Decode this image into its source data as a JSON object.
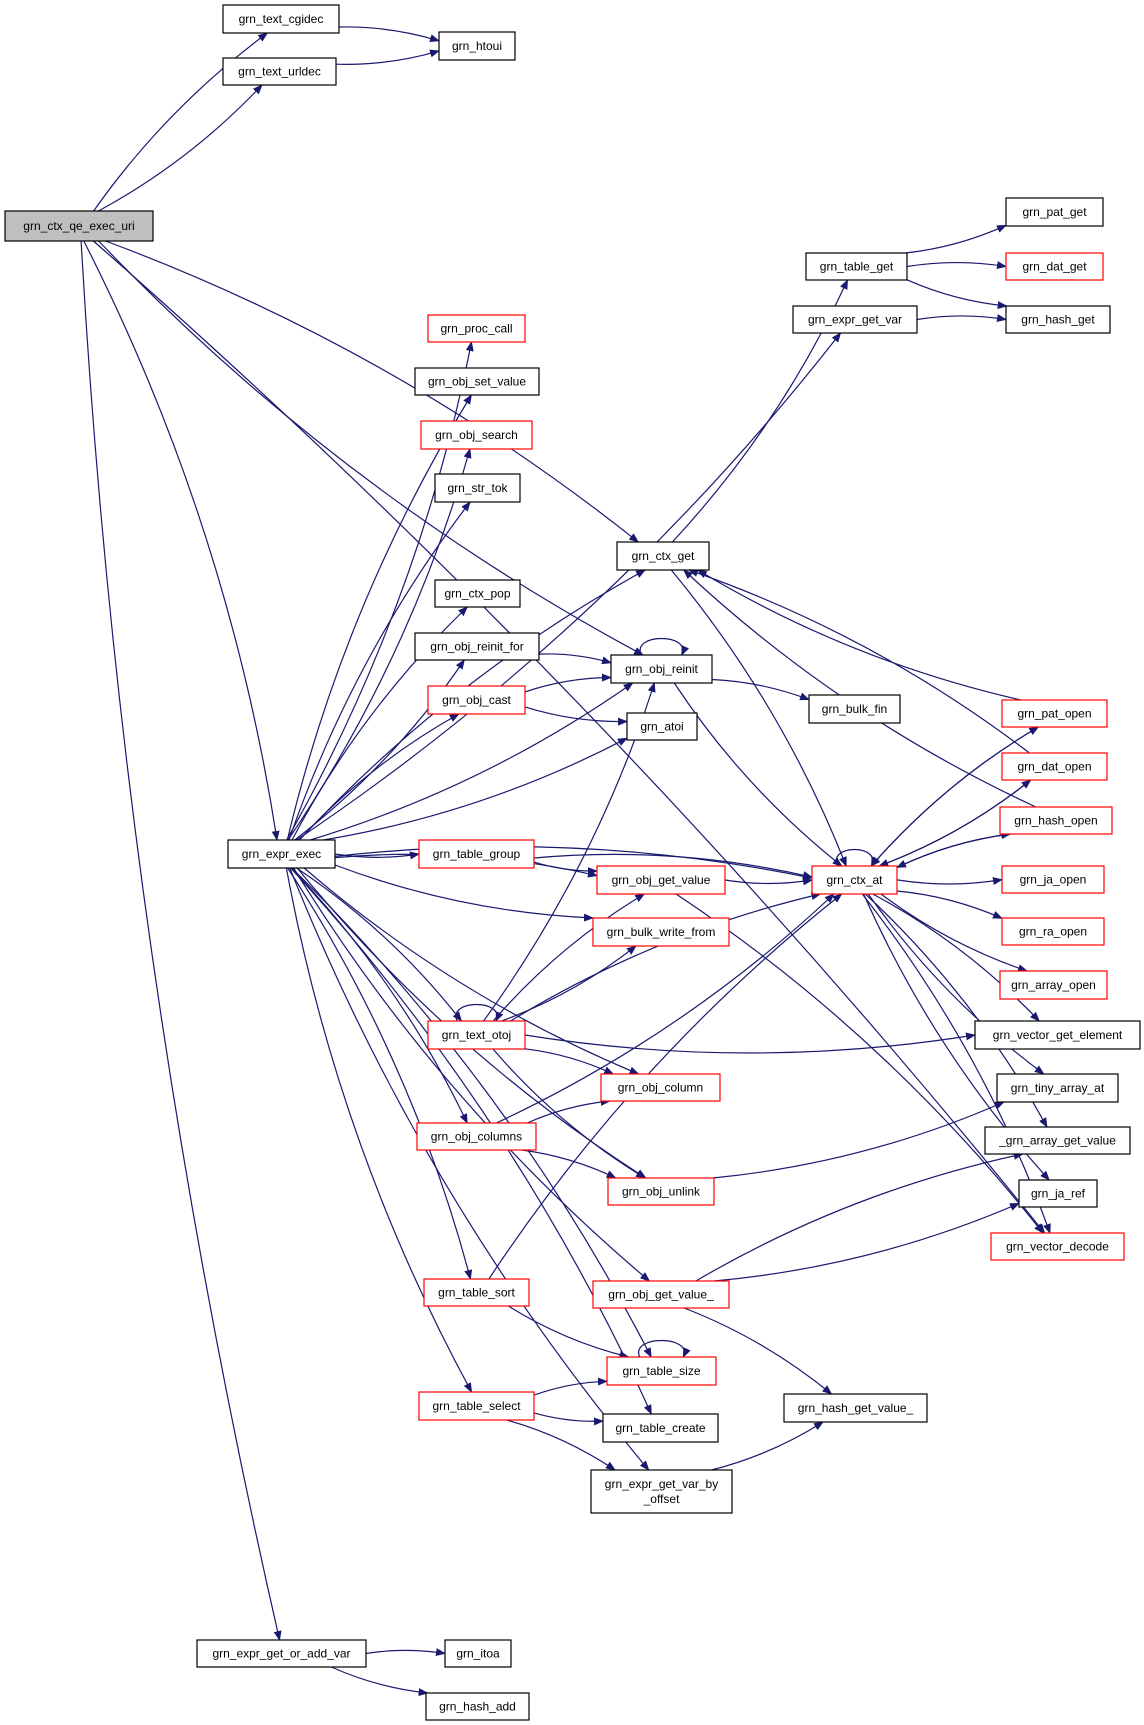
{
  "colors": {
    "edge": "#191970",
    "root_fill": "#bfbfbf",
    "node_fill": "#ffffff",
    "plain_border": "#000000",
    "linked_border": "#ff0000",
    "text": "#000000"
  },
  "nodes": [
    {
      "id": "n_root",
      "label": "grn_ctx_qe_exec_uri",
      "style": "root"
    },
    {
      "id": "n_cgidec",
      "label": "grn_text_cgidec",
      "style": "plain"
    },
    {
      "id": "n_urldec",
      "label": "grn_text_urldec",
      "style": "plain"
    },
    {
      "id": "n_htoui",
      "label": "grn_htoui",
      "style": "plain"
    },
    {
      "id": "n_pat_get",
      "label": "grn_pat_get",
      "style": "plain"
    },
    {
      "id": "n_table_get",
      "label": "grn_table_get",
      "style": "plain"
    },
    {
      "id": "n_dat_get",
      "label": "grn_dat_get",
      "style": "red"
    },
    {
      "id": "n_expr_get_var",
      "label": "grn_expr_get_var",
      "style": "plain"
    },
    {
      "id": "n_hash_get",
      "label": "grn_hash_get",
      "style": "plain"
    },
    {
      "id": "n_proc_call",
      "label": "grn_proc_call",
      "style": "red"
    },
    {
      "id": "n_obj_set_value",
      "label": "grn_obj_set_value",
      "style": "plain"
    },
    {
      "id": "n_obj_search",
      "label": "grn_obj_search",
      "style": "red"
    },
    {
      "id": "n_str_tok",
      "label": "grn_str_tok",
      "style": "plain"
    },
    {
      "id": "n_ctx_get",
      "label": "grn_ctx_get",
      "style": "plain"
    },
    {
      "id": "n_ctx_pop",
      "label": "grn_ctx_pop",
      "style": "plain"
    },
    {
      "id": "n_obj_reinit_for",
      "label": "grn_obj_reinit_for",
      "style": "plain"
    },
    {
      "id": "n_obj_reinit",
      "label": "grn_obj_reinit",
      "style": "plain"
    },
    {
      "id": "n_bulk_fin",
      "label": "grn_bulk_fin",
      "style": "plain"
    },
    {
      "id": "n_obj_cast",
      "label": "grn_obj_cast",
      "style": "red"
    },
    {
      "id": "n_atoi",
      "label": "grn_atoi",
      "style": "plain"
    },
    {
      "id": "n_pat_open",
      "label": "grn_pat_open",
      "style": "red"
    },
    {
      "id": "n_dat_open",
      "label": "grn_dat_open",
      "style": "red"
    },
    {
      "id": "n_hash_open",
      "label": "grn_hash_open",
      "style": "red"
    },
    {
      "id": "n_expr_exec",
      "label": "grn_expr_exec",
      "style": "plain"
    },
    {
      "id": "n_table_group",
      "label": "grn_table_group",
      "style": "red"
    },
    {
      "id": "n_obj_get_value",
      "label": "grn_obj_get_value",
      "style": "red"
    },
    {
      "id": "n_ctx_at",
      "label": "grn_ctx_at",
      "style": "red"
    },
    {
      "id": "n_ja_open",
      "label": "grn_ja_open",
      "style": "red"
    },
    {
      "id": "n_bulk_write_from",
      "label": "grn_bulk_write_from",
      "style": "red"
    },
    {
      "id": "n_ra_open",
      "label": "grn_ra_open",
      "style": "red"
    },
    {
      "id": "n_array_open",
      "label": "grn_array_open",
      "style": "red"
    },
    {
      "id": "n_text_otoj",
      "label": "grn_text_otoj",
      "style": "red"
    },
    {
      "id": "n_vector_get_element",
      "label": "grn_vector_get_element",
      "style": "plain"
    },
    {
      "id": "n_obj_column",
      "label": "grn_obj_column",
      "style": "red"
    },
    {
      "id": "n_tiny_array_at",
      "label": "grn_tiny_array_at",
      "style": "plain"
    },
    {
      "id": "n_obj_columns",
      "label": "grn_obj_columns",
      "style": "red"
    },
    {
      "id": "n_array_get_value",
      "label": "_grn_array_get_value",
      "style": "plain"
    },
    {
      "id": "n_obj_unlink",
      "label": "grn_obj_unlink",
      "style": "red"
    },
    {
      "id": "n_ja_ref",
      "label": "grn_ja_ref",
      "style": "plain"
    },
    {
      "id": "n_vector_decode",
      "label": "grn_vector_decode",
      "style": "red"
    },
    {
      "id": "n_table_sort",
      "label": "grn_table_sort",
      "style": "red"
    },
    {
      "id": "n_obj_get_value_",
      "label": "grn_obj_get_value_",
      "style": "red"
    },
    {
      "id": "n_table_size",
      "label": "grn_table_size",
      "style": "red"
    },
    {
      "id": "n_hash_get_value_",
      "label": "grn_hash_get_value_",
      "style": "plain"
    },
    {
      "id": "n_table_select",
      "label": "grn_table_select",
      "style": "red"
    },
    {
      "id": "n_table_create",
      "label": "grn_table_create",
      "style": "plain"
    },
    {
      "id": "n_expr_get_var_by_offset",
      "label": "grn_expr_get_var_by\n_offset",
      "style": "plain"
    },
    {
      "id": "n_expr_get_or_add_var",
      "label": "grn_expr_get_or_add_var",
      "style": "plain"
    },
    {
      "id": "n_itoa",
      "label": "grn_itoa",
      "style": "plain"
    },
    {
      "id": "n_hash_add",
      "label": "grn_hash_add",
      "style": "plain"
    }
  ],
  "edges": [
    {
      "from": "n_root",
      "to": "n_cgidec"
    },
    {
      "from": "n_root",
      "to": "n_urldec"
    },
    {
      "from": "n_cgidec",
      "to": "n_htoui"
    },
    {
      "from": "n_urldec",
      "to": "n_htoui"
    },
    {
      "from": "n_root",
      "to": "n_ctx_get"
    },
    {
      "from": "n_root",
      "to": "n_obj_reinit"
    },
    {
      "from": "n_root",
      "to": "n_expr_exec"
    },
    {
      "from": "n_root",
      "to": "n_expr_get_or_add_var"
    },
    {
      "from": "n_root",
      "to": "n_vector_decode"
    },
    {
      "from": "n_table_get",
      "to": "n_pat_get"
    },
    {
      "from": "n_table_get",
      "to": "n_dat_get"
    },
    {
      "from": "n_table_get",
      "to": "n_hash_get"
    },
    {
      "from": "n_expr_get_var",
      "to": "n_hash_get"
    },
    {
      "from": "n_ctx_get",
      "to": "n_table_get"
    },
    {
      "from": "n_ctx_get",
      "to": "n_ctx_at"
    },
    {
      "from": "n_expr_exec",
      "to": "n_expr_get_var"
    },
    {
      "from": "n_expr_exec",
      "to": "n_ctx_get"
    },
    {
      "from": "n_expr_exec",
      "to": "n_proc_call"
    },
    {
      "from": "n_expr_exec",
      "to": "n_obj_set_value"
    },
    {
      "from": "n_expr_exec",
      "to": "n_obj_search"
    },
    {
      "from": "n_expr_exec",
      "to": "n_str_tok"
    },
    {
      "from": "n_expr_exec",
      "to": "n_obj_reinit"
    },
    {
      "from": "n_expr_exec",
      "to": "n_ctx_pop"
    },
    {
      "from": "n_expr_exec",
      "to": "n_obj_reinit_for"
    },
    {
      "from": "n_expr_exec",
      "to": "n_obj_cast"
    },
    {
      "from": "n_expr_exec",
      "to": "n_atoi"
    },
    {
      "from": "n_expr_exec",
      "to": "n_ctx_at"
    },
    {
      "from": "n_expr_exec",
      "to": "n_table_group"
    },
    {
      "from": "n_expr_exec",
      "to": "n_obj_get_value"
    },
    {
      "from": "n_expr_exec",
      "to": "n_bulk_write_from"
    },
    {
      "from": "n_expr_exec",
      "to": "n_text_otoj"
    },
    {
      "from": "n_expr_exec",
      "to": "n_obj_column"
    },
    {
      "from": "n_expr_exec",
      "to": "n_obj_columns"
    },
    {
      "from": "n_expr_exec",
      "to": "n_obj_unlink"
    },
    {
      "from": "n_expr_exec",
      "to": "n_table_sort"
    },
    {
      "from": "n_expr_exec",
      "to": "n_obj_get_value_"
    },
    {
      "from": "n_expr_exec",
      "to": "n_table_size"
    },
    {
      "from": "n_expr_exec",
      "to": "n_table_select"
    },
    {
      "from": "n_expr_exec",
      "to": "n_table_create"
    },
    {
      "from": "n_expr_exec",
      "to": "n_expr_get_var_by_offset"
    },
    {
      "from": "n_obj_reinit_for",
      "to": "n_obj_reinit"
    },
    {
      "from": "n_obj_reinit",
      "to": "n_obj_reinit"
    },
    {
      "from": "n_obj_reinit",
      "to": "n_bulk_fin"
    },
    {
      "from": "n_obj_reinit",
      "to": "n_ctx_at"
    },
    {
      "from": "n_obj_cast",
      "to": "n_obj_reinit"
    },
    {
      "from": "n_obj_cast",
      "to": "n_atoi"
    },
    {
      "from": "n_pat_open",
      "to": "n_ctx_get"
    },
    {
      "from": "n_dat_open",
      "to": "n_ctx_get"
    },
    {
      "from": "n_hash_open",
      "to": "n_ctx_get"
    },
    {
      "from": "n_table_group",
      "to": "n_obj_get_value"
    },
    {
      "from": "n_table_group",
      "to": "n_ctx_at"
    },
    {
      "from": "n_obj_get_value",
      "to": "n_ctx_at"
    },
    {
      "from": "n_obj_get_value",
      "to": "n_vector_decode"
    },
    {
      "from": "n_ctx_at",
      "to": "n_ctx_at"
    },
    {
      "from": "n_ctx_at",
      "to": "n_pat_open"
    },
    {
      "from": "n_ctx_at",
      "to": "n_dat_open"
    },
    {
      "from": "n_ctx_at",
      "to": "n_hash_open"
    },
    {
      "from": "n_ctx_at",
      "to": "n_ja_open"
    },
    {
      "from": "n_ctx_at",
      "to": "n_ra_open"
    },
    {
      "from": "n_ctx_at",
      "to": "n_array_open"
    },
    {
      "from": "n_ctx_at",
      "to": "n_vector_get_element"
    },
    {
      "from": "n_ctx_at",
      "to": "n_tiny_array_at"
    },
    {
      "from": "n_ctx_at",
      "to": "n_array_get_value"
    },
    {
      "from": "n_ctx_at",
      "to": "n_ja_ref"
    },
    {
      "from": "n_ctx_at",
      "to": "n_vector_decode"
    },
    {
      "from": "n_pat_open",
      "to": "n_ctx_at"
    },
    {
      "from": "n_dat_open",
      "to": "n_ctx_at"
    },
    {
      "from": "n_hash_open",
      "to": "n_ctx_at"
    },
    {
      "from": "n_text_otoj",
      "to": "n_text_otoj"
    },
    {
      "from": "n_text_otoj",
      "to": "n_obj_reinit"
    },
    {
      "from": "n_text_otoj",
      "to": "n_obj_get_value"
    },
    {
      "from": "n_text_otoj",
      "to": "n_bulk_write_from"
    },
    {
      "from": "n_text_otoj",
      "to": "n_ctx_at"
    },
    {
      "from": "n_text_otoj",
      "to": "n_vector_get_element"
    },
    {
      "from": "n_text_otoj",
      "to": "n_obj_column"
    },
    {
      "from": "n_text_otoj",
      "to": "n_obj_unlink"
    },
    {
      "from": "n_obj_columns",
      "to": "n_obj_column"
    },
    {
      "from": "n_obj_columns",
      "to": "n_ctx_at"
    },
    {
      "from": "n_obj_columns",
      "to": "n_obj_unlink"
    },
    {
      "from": "n_obj_unlink",
      "to": "n_tiny_array_at"
    },
    {
      "from": "n_table_sort",
      "to": "n_ctx_at"
    },
    {
      "from": "n_table_sort",
      "to": "n_table_size"
    },
    {
      "from": "n_obj_get_value_",
      "to": "n_array_get_value"
    },
    {
      "from": "n_obj_get_value_",
      "to": "n_ja_ref"
    },
    {
      "from": "n_obj_get_value_",
      "to": "n_hash_get_value_"
    },
    {
      "from": "n_table_size",
      "to": "n_table_size"
    },
    {
      "from": "n_table_select",
      "to": "n_table_size"
    },
    {
      "from": "n_table_select",
      "to": "n_table_create"
    },
    {
      "from": "n_table_select",
      "to": "n_expr_get_var_by_offset"
    },
    {
      "from": "n_expr_get_var_by_offset",
      "to": "n_hash_get_value_"
    },
    {
      "from": "n_expr_get_or_add_var",
      "to": "n_itoa"
    },
    {
      "from": "n_expr_get_or_add_var",
      "to": "n_hash_add"
    }
  ]
}
